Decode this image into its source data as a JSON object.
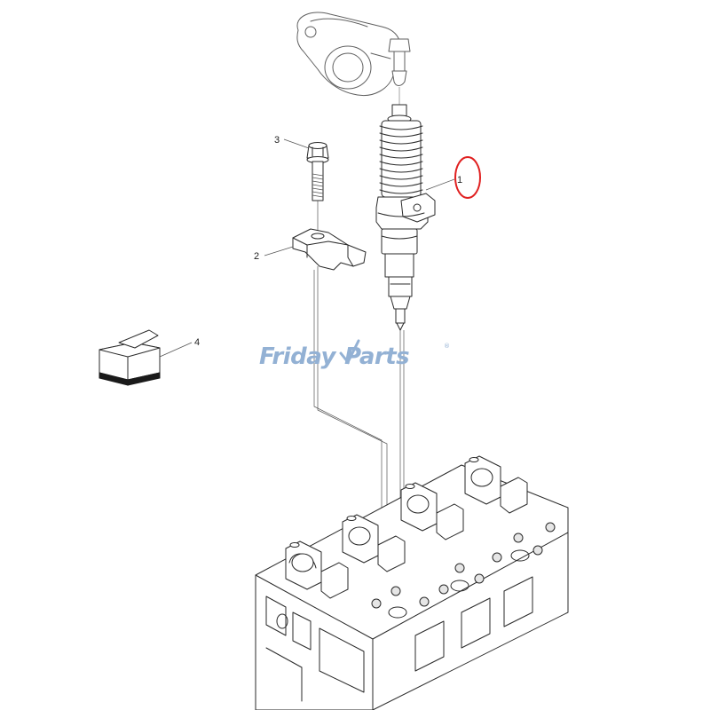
{
  "callouts": [
    {
      "number": "1",
      "part": "injector",
      "highlighted": true
    },
    {
      "number": "2",
      "part": "clamp"
    },
    {
      "number": "3",
      "part": "bolt"
    },
    {
      "number": "4",
      "part": "repair-kit"
    }
  ],
  "watermark": {
    "brand_part1": "Friday",
    "brand_part2": "Parts",
    "registered_mark": "®",
    "color": "#93b1d4"
  },
  "highlight_color": "#e02020"
}
